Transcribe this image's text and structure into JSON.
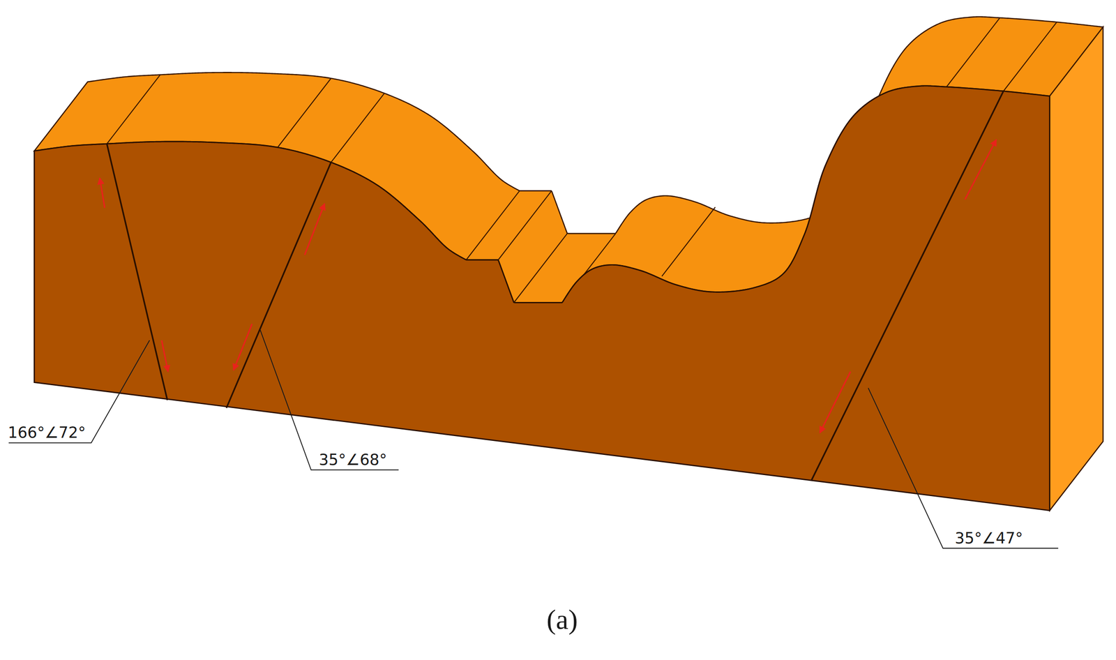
{
  "diagram": {
    "caption": "(a)",
    "labels": [
      "166°∠72°",
      "35°∠68°",
      "35°∠47°"
    ]
  }
}
